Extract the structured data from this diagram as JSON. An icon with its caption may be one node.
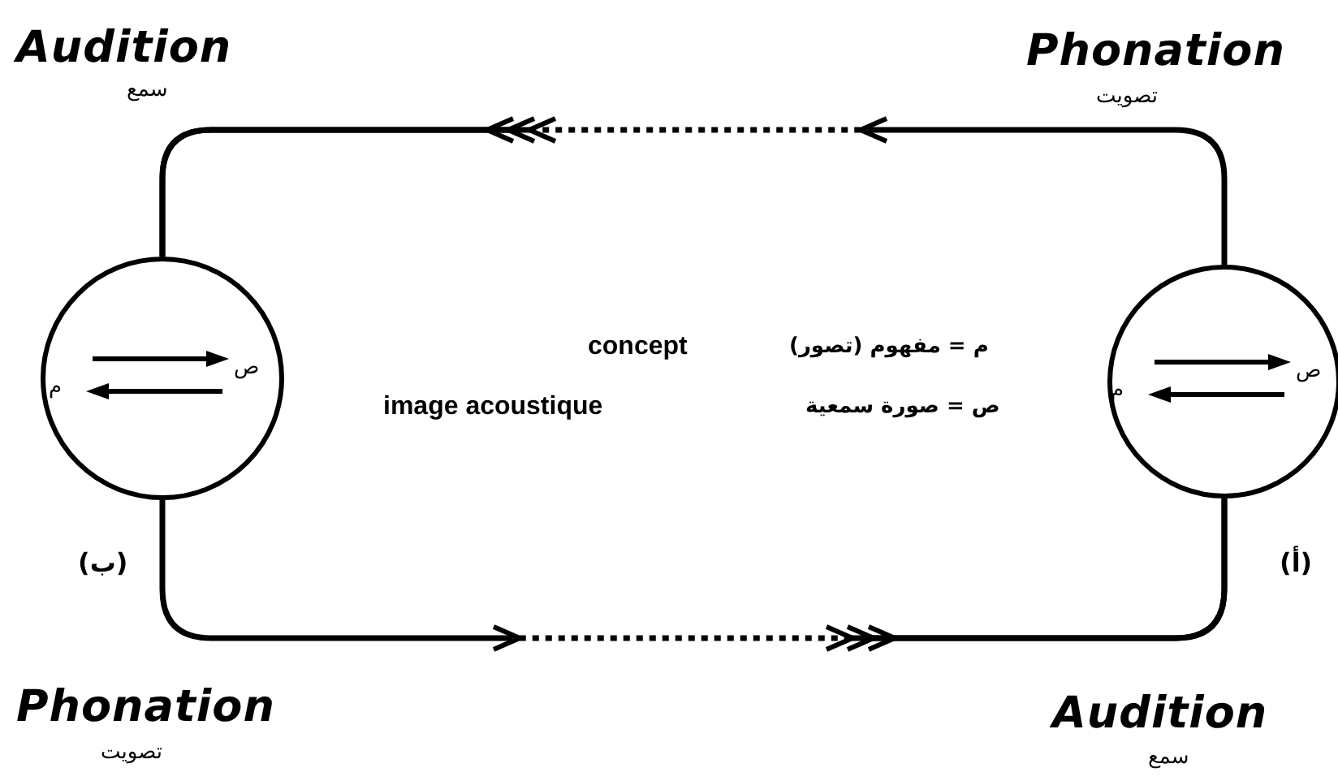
{
  "diagram": {
    "nodes": [
      {
        "text": [
          "م",
          "ص"
        ],
        "beside": [
          "(ب)"
        ]
      },
      {
        "text": [
          "م",
          "ص"
        ],
        "beside": [
          "(أ)"
        ]
      }
    ],
    "edges": [
      {
        "from": 1,
        "to": 0,
        "arrow": "to"
      },
      {
        "from": 0,
        "to": 1,
        "arrow": "to"
      }
    ],
    "labels": [
      "Audition",
      "سمع",
      "Phonation",
      "تصويت",
      "concept",
      "م = مفهوم (تصور)",
      "image acoustique",
      "ص = صورة سمعية",
      "Phonation",
      "تصويت",
      "Audition",
      "سمع"
    ]
  }
}
